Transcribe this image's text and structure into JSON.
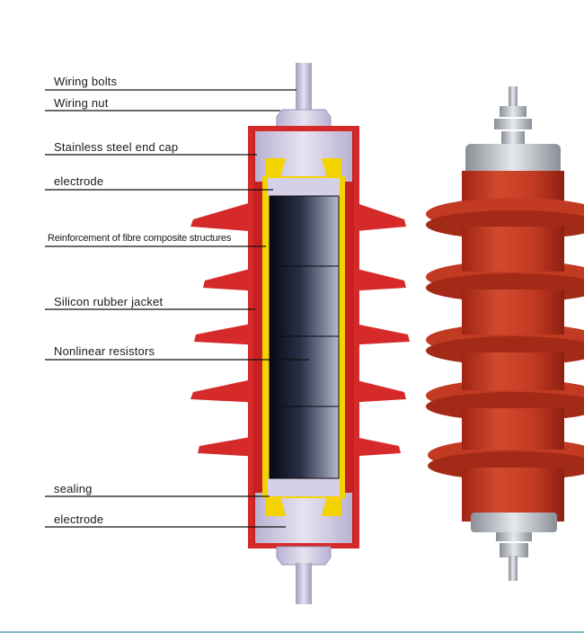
{
  "labels": {
    "wiring_bolts": "Wiring bolts",
    "wiring_nut": "Wiring nut",
    "end_cap": "Stainless steel end cap",
    "electrode_top": "electrode",
    "reinforcement": "Reinforcement of fibre composite structures",
    "jacket": "Silicon rubber jacket",
    "resistors": "Nonlinear resistors",
    "sealing": "sealing",
    "electrode_bottom": "electrode"
  },
  "colors": {
    "rubber_red": "#d62a2a",
    "rubber_dark": "#c01d1d",
    "fibre_yellow": "#f4d400",
    "steel": "#c9c2da",
    "resistor_dark": "#0b0f1f",
    "resistor_light": "#8d95a8",
    "photo_red": "#c63a22",
    "photo_metal": "#b9bdc4"
  }
}
